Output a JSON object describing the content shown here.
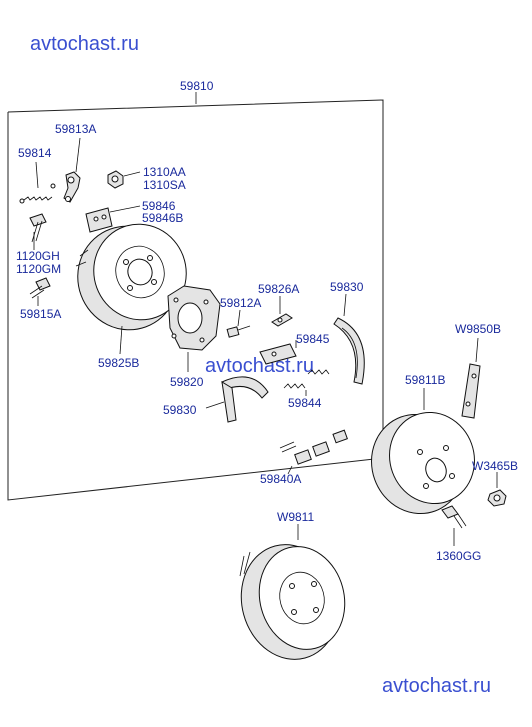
{
  "watermarks": {
    "top": "avtochast.ru",
    "middle": "avtochast.ru",
    "bottom": "avtochast.ru"
  },
  "assembly_label": "59810",
  "part_labels": {
    "p59813A": "59813A",
    "p59814": "59814",
    "p1310AA": "1310AA",
    "p1310SA": "1310SA",
    "p59846": "59846",
    "p59846B": "59846B",
    "p1120GH": "1120GH",
    "p1120GM": "1120GM",
    "p59815A": "59815A",
    "p59825B": "59825B",
    "p59826A": "59826A",
    "p59830_top": "59830",
    "p59812A": "59812A",
    "p59845": "59845",
    "p59820": "59820",
    "p59830_bottom": "59830",
    "p59844": "59844",
    "p59840A": "59840A",
    "pW9850B": "W9850B",
    "p59811B": "59811B",
    "pW3465B": "W3465B",
    "p1360GG": "1360GG",
    "pW9811": "W9811"
  }
}
